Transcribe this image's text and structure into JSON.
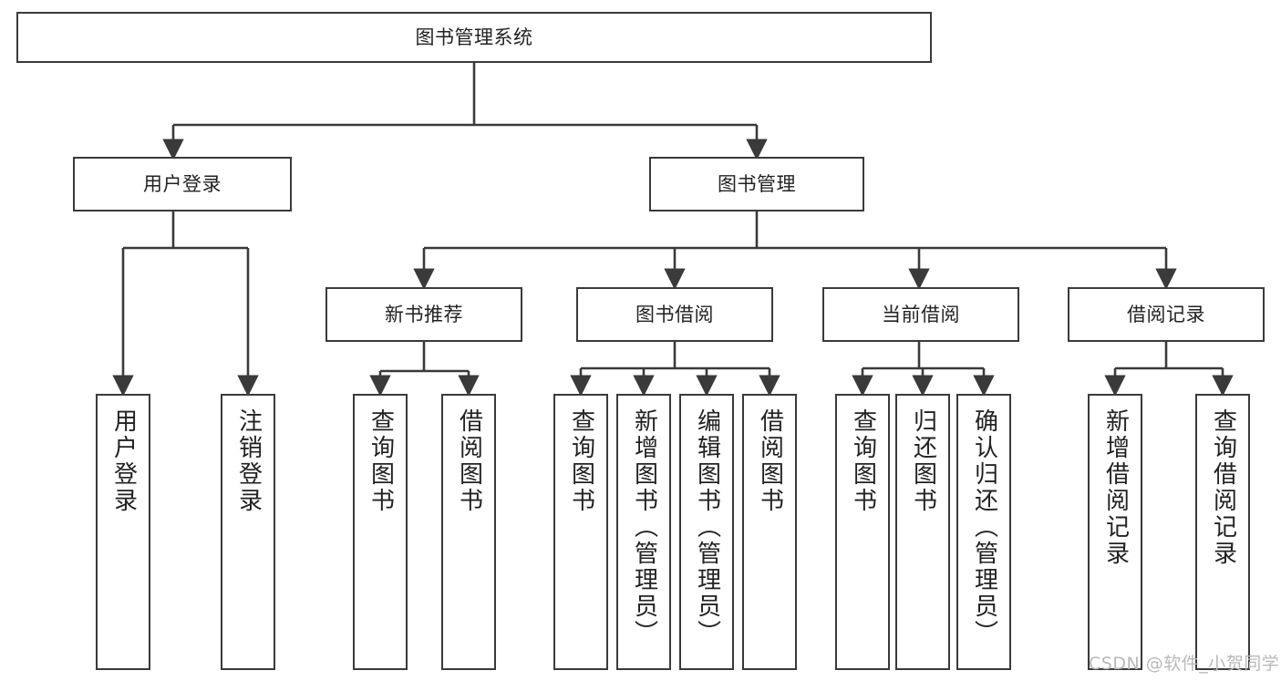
{
  "diagram": {
    "type": "tree",
    "title": "图书管理系统",
    "background": "#ffffff",
    "border_color": "#3a3a3a",
    "text_color": "#222222"
  },
  "nodes": {
    "root": {
      "label": "图书管理系统"
    },
    "level2": [
      {
        "id": "user-login",
        "label": "用户登录"
      },
      {
        "id": "book-manage",
        "label": "图书管理"
      }
    ],
    "level3": [
      {
        "id": "new-book-recommend",
        "label": "新书推荐"
      },
      {
        "id": "book-borrow",
        "label": "图书借阅"
      },
      {
        "id": "current-borrow",
        "label": "当前借阅"
      },
      {
        "id": "borrow-record",
        "label": "借阅记录"
      }
    ],
    "leaves": {
      "user_login": [
        {
          "id": "leaf-user-login",
          "label": "用户登录"
        },
        {
          "id": "leaf-logout-login",
          "label": "注销登录"
        }
      ],
      "new_book_recommend": [
        {
          "id": "leaf-query-book-1",
          "label": "查询图书"
        },
        {
          "id": "leaf-borrow-book-1",
          "label": "借阅图书"
        }
      ],
      "book_borrow": [
        {
          "id": "leaf-query-book-2",
          "label": "查询图书"
        },
        {
          "id": "leaf-add-book",
          "label": "新增图书（管理员）"
        },
        {
          "id": "leaf-edit-book",
          "label": "编辑图书（管理员）"
        },
        {
          "id": "leaf-borrow-book-2",
          "label": "借阅图书"
        }
      ],
      "current_borrow": [
        {
          "id": "leaf-query-book-3",
          "label": "查询图书"
        },
        {
          "id": "leaf-return-book",
          "label": "归还图书"
        },
        {
          "id": "leaf-confirm-return",
          "label": "确认归还（管理员）"
        }
      ],
      "borrow_record": [
        {
          "id": "leaf-add-record",
          "label": "新增借阅记录"
        },
        {
          "id": "leaf-query-record",
          "label": "查询借阅记录"
        }
      ]
    }
  },
  "watermark": {
    "text": "CSDN @软件_小贺同学"
  }
}
